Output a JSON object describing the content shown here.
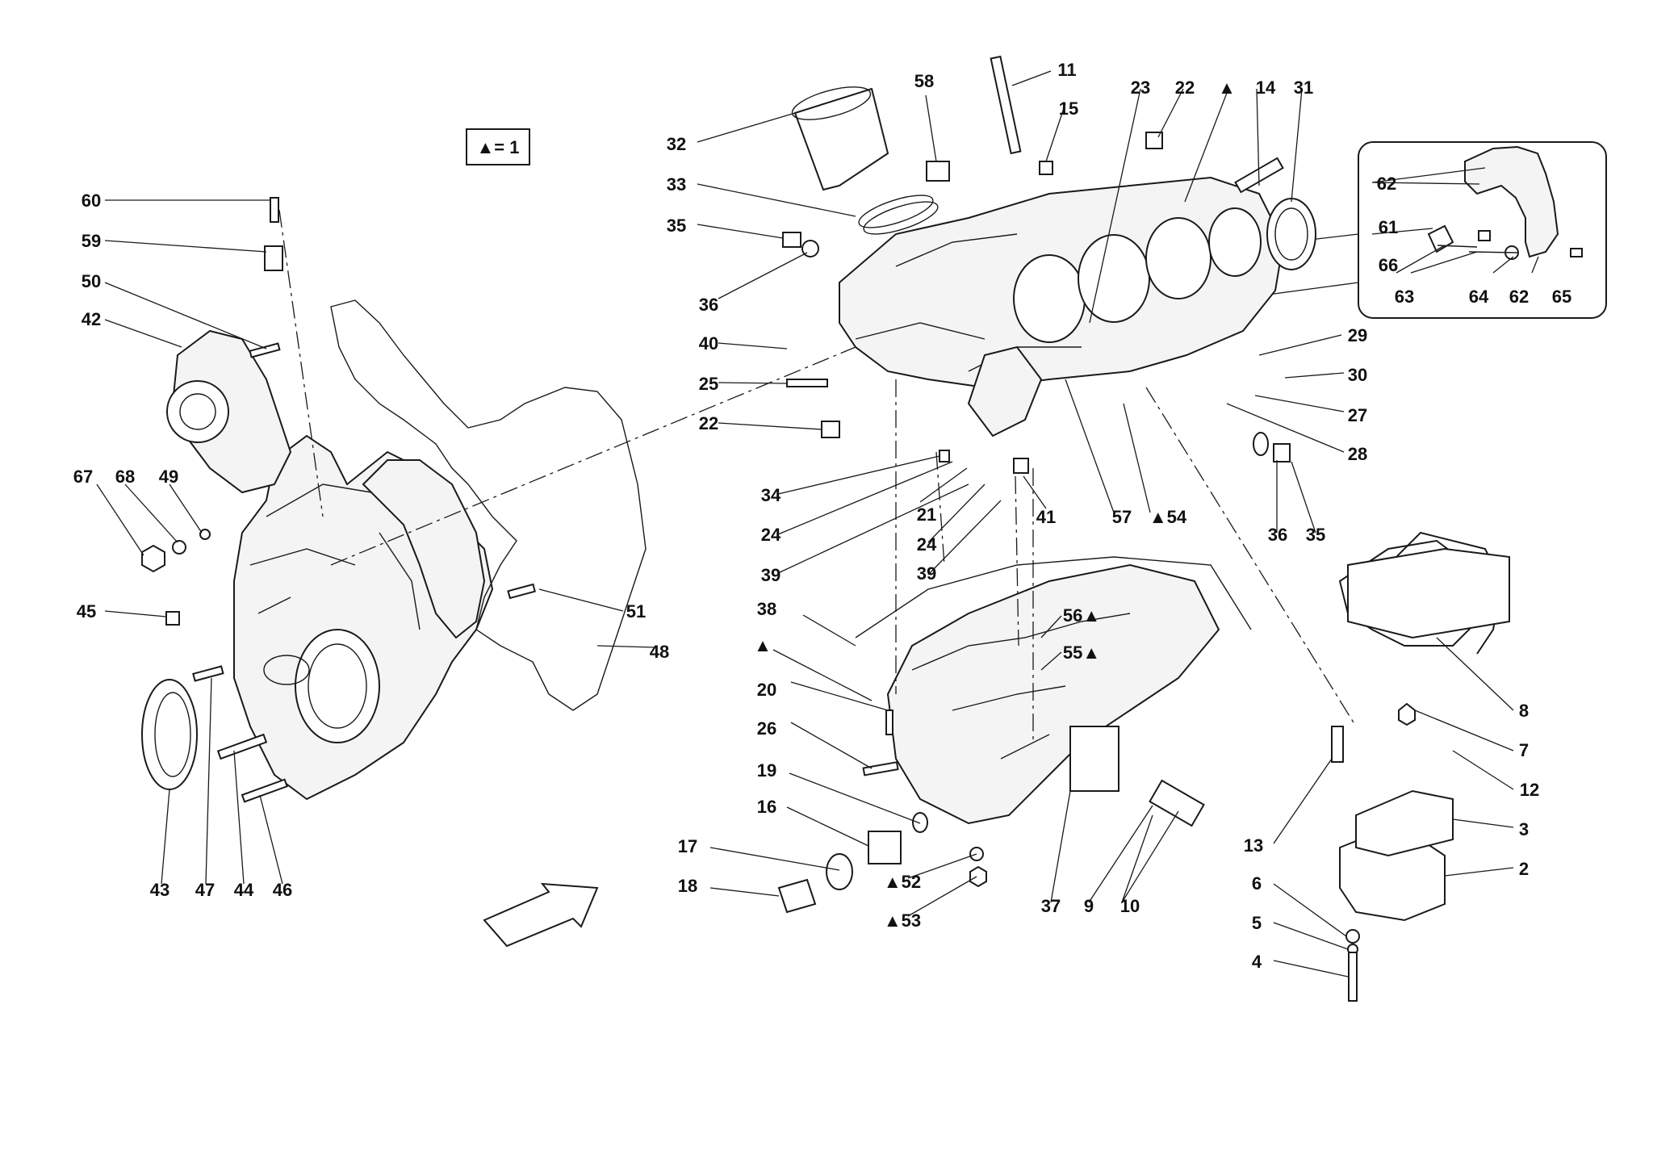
{
  "legend": {
    "text": "▲= 1"
  },
  "callouts": [
    {
      "id": "60",
      "label": "60"
    },
    {
      "id": "59",
      "label": "59"
    },
    {
      "id": "50",
      "label": "50"
    },
    {
      "id": "42",
      "label": "42"
    },
    {
      "id": "67",
      "label": "67"
    },
    {
      "id": "68",
      "label": "68"
    },
    {
      "id": "49",
      "label": "49"
    },
    {
      "id": "45",
      "label": "45"
    },
    {
      "id": "43",
      "label": "43"
    },
    {
      "id": "47",
      "label": "47"
    },
    {
      "id": "44",
      "label": "44"
    },
    {
      "id": "46",
      "label": "46"
    },
    {
      "id": "51",
      "label": "51"
    },
    {
      "id": "48",
      "label": "48"
    },
    {
      "id": "32",
      "label": "32"
    },
    {
      "id": "33",
      "label": "33"
    },
    {
      "id": "35a",
      "label": "35"
    },
    {
      "id": "36a",
      "label": "36"
    },
    {
      "id": "40",
      "label": "40"
    },
    {
      "id": "25",
      "label": "25"
    },
    {
      "id": "22a",
      "label": "22"
    },
    {
      "id": "34",
      "label": "34"
    },
    {
      "id": "24a",
      "label": "24"
    },
    {
      "id": "39a",
      "label": "39"
    },
    {
      "id": "21",
      "label": "21"
    },
    {
      "id": "24b",
      "label": "24"
    },
    {
      "id": "39b",
      "label": "39"
    },
    {
      "id": "41",
      "label": "41"
    },
    {
      "id": "57",
      "label": "57"
    },
    {
      "id": "54",
      "label": "▲54"
    },
    {
      "id": "58",
      "label": "58"
    },
    {
      "id": "11",
      "label": "11"
    },
    {
      "id": "15",
      "label": "15"
    },
    {
      "id": "23",
      "label": "23"
    },
    {
      "id": "22b",
      "label": "22"
    },
    {
      "id": "tri1",
      "label": "▲"
    },
    {
      "id": "14",
      "label": "14"
    },
    {
      "id": "31",
      "label": "31"
    },
    {
      "id": "29",
      "label": "29"
    },
    {
      "id": "30",
      "label": "30"
    },
    {
      "id": "27",
      "label": "27"
    },
    {
      "id": "28",
      "label": "28"
    },
    {
      "id": "36b",
      "label": "36"
    },
    {
      "id": "35b",
      "label": "35"
    },
    {
      "id": "62a",
      "label": "62"
    },
    {
      "id": "61",
      "label": "61"
    },
    {
      "id": "66",
      "label": "66"
    },
    {
      "id": "63",
      "label": "63"
    },
    {
      "id": "64",
      "label": "64"
    },
    {
      "id": "62b",
      "label": "62"
    },
    {
      "id": "65",
      "label": "65"
    },
    {
      "id": "38",
      "label": "38"
    },
    {
      "id": "tri2",
      "label": "▲"
    },
    {
      "id": "56",
      "label": "56▲"
    },
    {
      "id": "55",
      "label": "55▲"
    },
    {
      "id": "20",
      "label": "20"
    },
    {
      "id": "26",
      "label": "26"
    },
    {
      "id": "19",
      "label": "19"
    },
    {
      "id": "16",
      "label": "16"
    },
    {
      "id": "17",
      "label": "17"
    },
    {
      "id": "18",
      "label": "18"
    },
    {
      "id": "52",
      "label": "▲52"
    },
    {
      "id": "53",
      "label": "▲53"
    },
    {
      "id": "37",
      "label": "37"
    },
    {
      "id": "9",
      "label": "9"
    },
    {
      "id": "10",
      "label": "10"
    },
    {
      "id": "8",
      "label": "8"
    },
    {
      "id": "7",
      "label": "7"
    },
    {
      "id": "12",
      "label": "12"
    },
    {
      "id": "3",
      "label": "3"
    },
    {
      "id": "13",
      "label": "13"
    },
    {
      "id": "2",
      "label": "2"
    },
    {
      "id": "6",
      "label": "6"
    },
    {
      "id": "5",
      "label": "5"
    },
    {
      "id": "4",
      "label": "4"
    }
  ]
}
